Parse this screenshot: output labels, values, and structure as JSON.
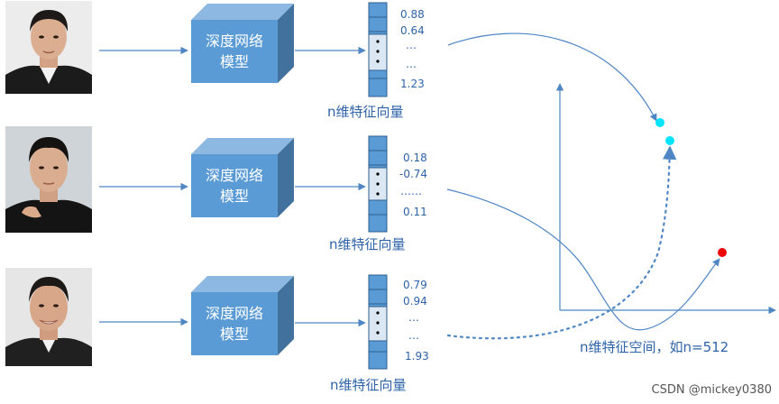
{
  "rows": [
    {
      "model_label_line1": "深度网络",
      "model_label_line2": "模型",
      "vector_values": [
        "0.88",
        "0.64",
        "…",
        "…",
        "1.23"
      ],
      "vector_caption": "n维特征向量"
    },
    {
      "model_label_line1": "深度网络",
      "model_label_line2": "模型",
      "vector_values": [
        "0.18",
        "-0.74",
        "……",
        "0.11"
      ],
      "vector_caption": "n维特征向量"
    },
    {
      "model_label_line1": "深度网络",
      "model_label_line2": "模型",
      "vector_values": [
        "0.79",
        "0.94",
        "…",
        "…",
        "1.93"
      ],
      "vector_caption": "n维特征向量"
    }
  ],
  "space_caption": "n维特征空间，如n=512",
  "watermark": "CSDN @mickey0380",
  "colors": {
    "cube_front": "#5b9bd5",
    "cube_top": "#8cb8e2",
    "cube_side": "#41719c",
    "arrow": "#4f86c4",
    "point_cyan": "#00e5ff",
    "point_red": "#ee0000"
  }
}
